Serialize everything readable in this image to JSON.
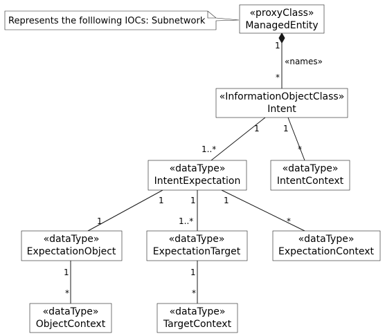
{
  "note": {
    "text": "Represents the folllowing IOCs: Subnetwork"
  },
  "classes": {
    "managed_entity": {
      "stereotype": "«proxyClass»",
      "name": "ManagedEntity"
    },
    "intent": {
      "stereotype": "«InformationObjectClass»",
      "name": "Intent"
    },
    "intent_expectation": {
      "stereotype": "«dataType»",
      "name": "IntentExpectation"
    },
    "intent_context": {
      "stereotype": "«dataType»",
      "name": "IntentContext"
    },
    "expectation_object": {
      "stereotype": "«dataType»",
      "name": "ExpectationObject"
    },
    "expectation_target": {
      "stereotype": "«dataType»",
      "name": "ExpectationTarget"
    },
    "expectation_context": {
      "stereotype": "«dataType»",
      "name": "ExpectationContext"
    },
    "object_context": {
      "stereotype": "«dataType»",
      "name": "ObjectContext"
    },
    "target_context": {
      "stereotype": "«dataType»",
      "name": "TargetContext"
    }
  },
  "associations": {
    "names": {
      "label": "«names»",
      "source_mult": "1",
      "target_mult": "*"
    },
    "intent_to_expectation": {
      "source_mult": "1",
      "target_mult": "1..*"
    },
    "intent_to_context": {
      "source_mult": "1",
      "target_mult": "*"
    },
    "expectation_to_object": {
      "source_mult": "1",
      "target_mult": "1"
    },
    "expectation_to_target": {
      "source_mult": "1",
      "target_mult": "1..*"
    },
    "expectation_to_context": {
      "source_mult": "1",
      "target_mult": "*"
    },
    "object_to_context": {
      "source_mult": "1",
      "target_mult": "*"
    },
    "target_to_context": {
      "source_mult": "1",
      "target_mult": "*"
    }
  }
}
